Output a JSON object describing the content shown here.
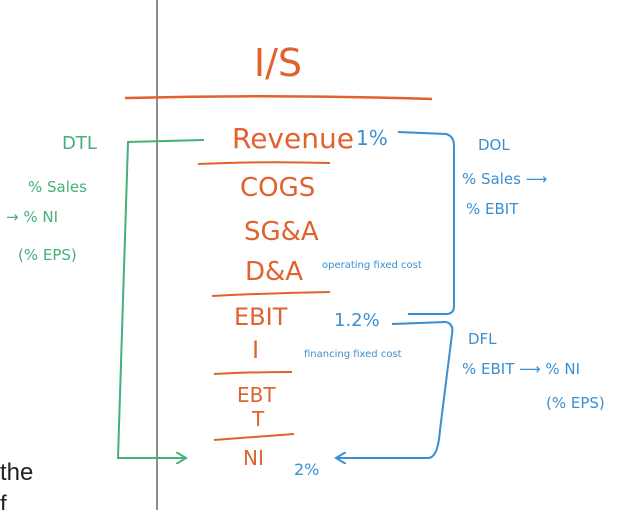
{
  "income_statement": {
    "title": "I/S",
    "items": [
      "Revenue",
      "COGS",
      "SG&A",
      "D&A",
      "EBIT",
      "I",
      "EBT",
      "T",
      "NI"
    ],
    "notes": {
      "operating": "operating fixed cost",
      "financing": "financing fixed cost"
    }
  },
  "percent_markers": {
    "revenue": "1%",
    "ebit": "1.2%",
    "ni": "2%"
  },
  "dol": {
    "label": "DOL",
    "line1": "% Sales ⟶",
    "line2": "% EBIT"
  },
  "dfl": {
    "label": "DFL",
    "line1": "% EBIT ⟶ % NI",
    "line2": "(% EPS)"
  },
  "dtl": {
    "label": "DTL",
    "line1": "% Sales",
    "line2": "→ % NI",
    "line3": "(% EPS)"
  },
  "page_fragments": {
    "left_text": "the",
    "left_text_partial": "f"
  },
  "colors": {
    "orange": "#e0622f",
    "blue": "#3b8fd0",
    "green": "#45b07a",
    "divider": "#666666"
  }
}
